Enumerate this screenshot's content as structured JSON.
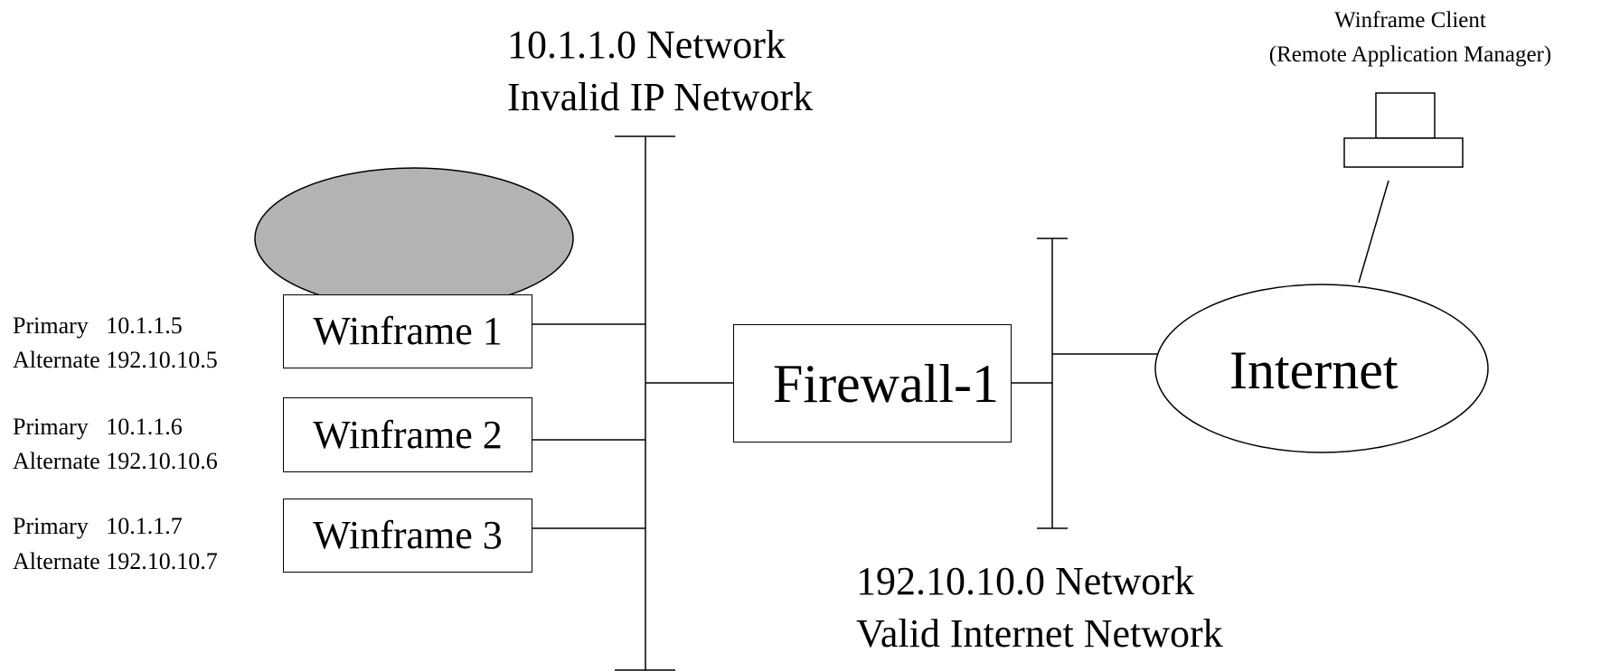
{
  "networks": {
    "invalid": {
      "title_line1": "10.1.1.0 Network",
      "title_line2": "Invalid IP Network"
    },
    "valid": {
      "title_line1": "192.10.10.0 Network",
      "title_line2": "Valid Internet Network"
    }
  },
  "client": {
    "line1": "Winframe Client",
    "line2": "(Remote Application Manager)"
  },
  "firewall": {
    "label": "Firewall-1"
  },
  "internet": {
    "label": "Internet"
  },
  "servers": [
    {
      "label": "Winframe 1",
      "primary": "Primary   10.1.1.5",
      "alternate": "Alternate 192.10.10.5"
    },
    {
      "label": "Winframe 2",
      "primary": "Primary   10.1.1.6",
      "alternate": "Alternate 192.10.10.6"
    },
    {
      "label": "Winframe 3",
      "primary": "Primary   10.1.1.7",
      "alternate": "Alternate 192.10.10.7"
    }
  ],
  "colors": {
    "cluster_ellipse_fill": "#b3b3b3",
    "line": "#000000",
    "background": "#ffffff"
  }
}
